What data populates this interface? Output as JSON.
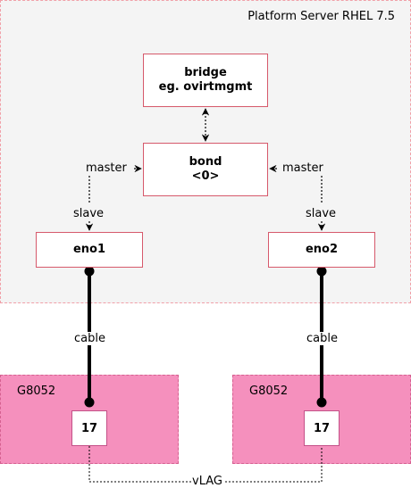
{
  "platform": {
    "title": "Platform Server RHEL 7.5"
  },
  "bridge": {
    "line1": "bridge",
    "line2": "eg. ovirtmgmt"
  },
  "bond": {
    "line1": "bond",
    "line2": "<0>"
  },
  "interfaces": [
    {
      "name": "eno1",
      "master_label": "master",
      "slave_label": "slave"
    },
    {
      "name": "eno2",
      "master_label": "master",
      "slave_label": "slave"
    }
  ],
  "cables": [
    {
      "label": "cable"
    },
    {
      "label": "cable"
    }
  ],
  "switches": [
    {
      "name": "G8052",
      "port": "17"
    },
    {
      "name": "G8052",
      "port": "17"
    }
  ],
  "vlag": {
    "label": "vLAG"
  },
  "colors": {
    "box_border": "#d6596b",
    "switch_fill": "#f590bd",
    "platform_fill": "#f4f4f4"
  }
}
